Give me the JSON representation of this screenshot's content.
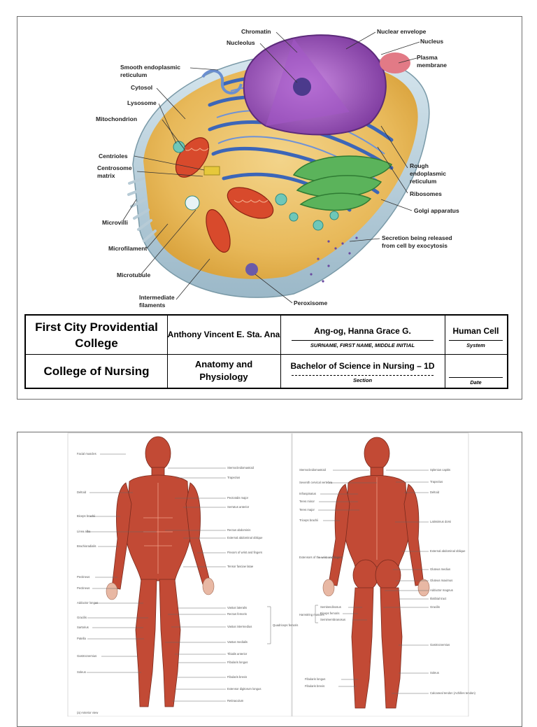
{
  "cell_labels": {
    "chromatin": "Chromatin",
    "nuclear_envelope": "Nuclear envelope",
    "nucleolus": "Nucleolus",
    "nucleus": "Nucleus",
    "plasma_membrane_1": "Plasma",
    "plasma_membrane_2": "membrane",
    "smooth_er_1": "Smooth endoplasmic",
    "smooth_er_2": "reticulum",
    "cytosol": "Cytosol",
    "lysosome": "Lysosome",
    "mitochondrion": "Mitochondrion",
    "centrioles": "Centrioles",
    "centrosome_1": "Centrosome",
    "centrosome_2": "matrix",
    "rough_er_1": "Rough",
    "rough_er_2": "endoplasmic",
    "rough_er_3": "reticulum",
    "ribosomes": "Ribosomes",
    "golgi": "Golgi apparatus",
    "microvilli": "Microvilli",
    "microfilament": "Microfilament",
    "secretion_1": "Secretion being released",
    "secretion_2": "from cell by exocytosis",
    "microtubule": "Microtubule",
    "intermediate_1": "Intermediate",
    "intermediate_2": "filaments",
    "peroxisome": "Peroxisome"
  },
  "title_block": {
    "school_1": "First City Providential",
    "school_2": "College",
    "college": "College of Nursing",
    "instructor": "Anthony Vincent E. Sta. Ana",
    "subject_1": "Anatomy and",
    "subject_2": "Physiology",
    "student_name": "Ang-og, Hanna Grace G.",
    "student_caption": "SURNAME, FIRST NAME, MIDDLE INITIAL",
    "section_value": "Bachelor of Science in Nursing – 1D",
    "section_caption": "Section",
    "system_value": "Human Cell",
    "system_caption": "System",
    "date_value": "",
    "date_caption": "Date"
  },
  "muscle_labels": {
    "anterior_left": [
      "Facial muscles",
      "Deltoid",
      "Biceps brachii",
      "Linea alba",
      "Brachioradialis",
      "Pectineus",
      "Pectineus",
      "Adductor longus",
      "Gracilis",
      "Sartorius",
      "Patella",
      "Gastrocnemius",
      "Soleus"
    ],
    "anterior_right": [
      "Sternocleidomastoid",
      "Trapezius",
      "Pectoralis major",
      "Serratus anterior",
      "Rectus abdominis",
      "External abdominal oblique",
      "Flexors of wrist and fingers",
      "Tensor fasciae latae",
      "Vastus lateralis",
      "Rectus femoris",
      "Vastus intermedius",
      "Vastus medialis",
      "Tibialis anterior",
      "Fibularis longus",
      "Fibularis brevis",
      "Extensor digitorum longus",
      "Retinaculum"
    ],
    "anterior_group": "Quadriceps femoris",
    "anterior_caption": "(a) Anterior view",
    "posterior_left": [
      "Sternocleidomastoid",
      "Seventh cervical vertebra",
      "Infraspinatus",
      "Teres minor",
      "Teres major",
      "Triceps brachii",
      "Extensors of the wrist and fingers",
      "Semitendinosus",
      "Biceps femoris",
      "Semimembranosus",
      "Fibularis longus",
      "Fibularis brevis"
    ],
    "posterior_group": "Hamstring muscles",
    "posterior_right": [
      "Splenius capitis",
      "Trapezius",
      "Deltoid",
      "Latissimus dorsi",
      "External abdominal oblique",
      "Gluteus medius",
      "Gluteus maximus",
      "Adductor magnus",
      "Iliotibial tract",
      "Gracilis",
      "Gastrocnemius",
      "Soleus",
      "Calcaneal tendon (Achilles tendon)"
    ]
  }
}
